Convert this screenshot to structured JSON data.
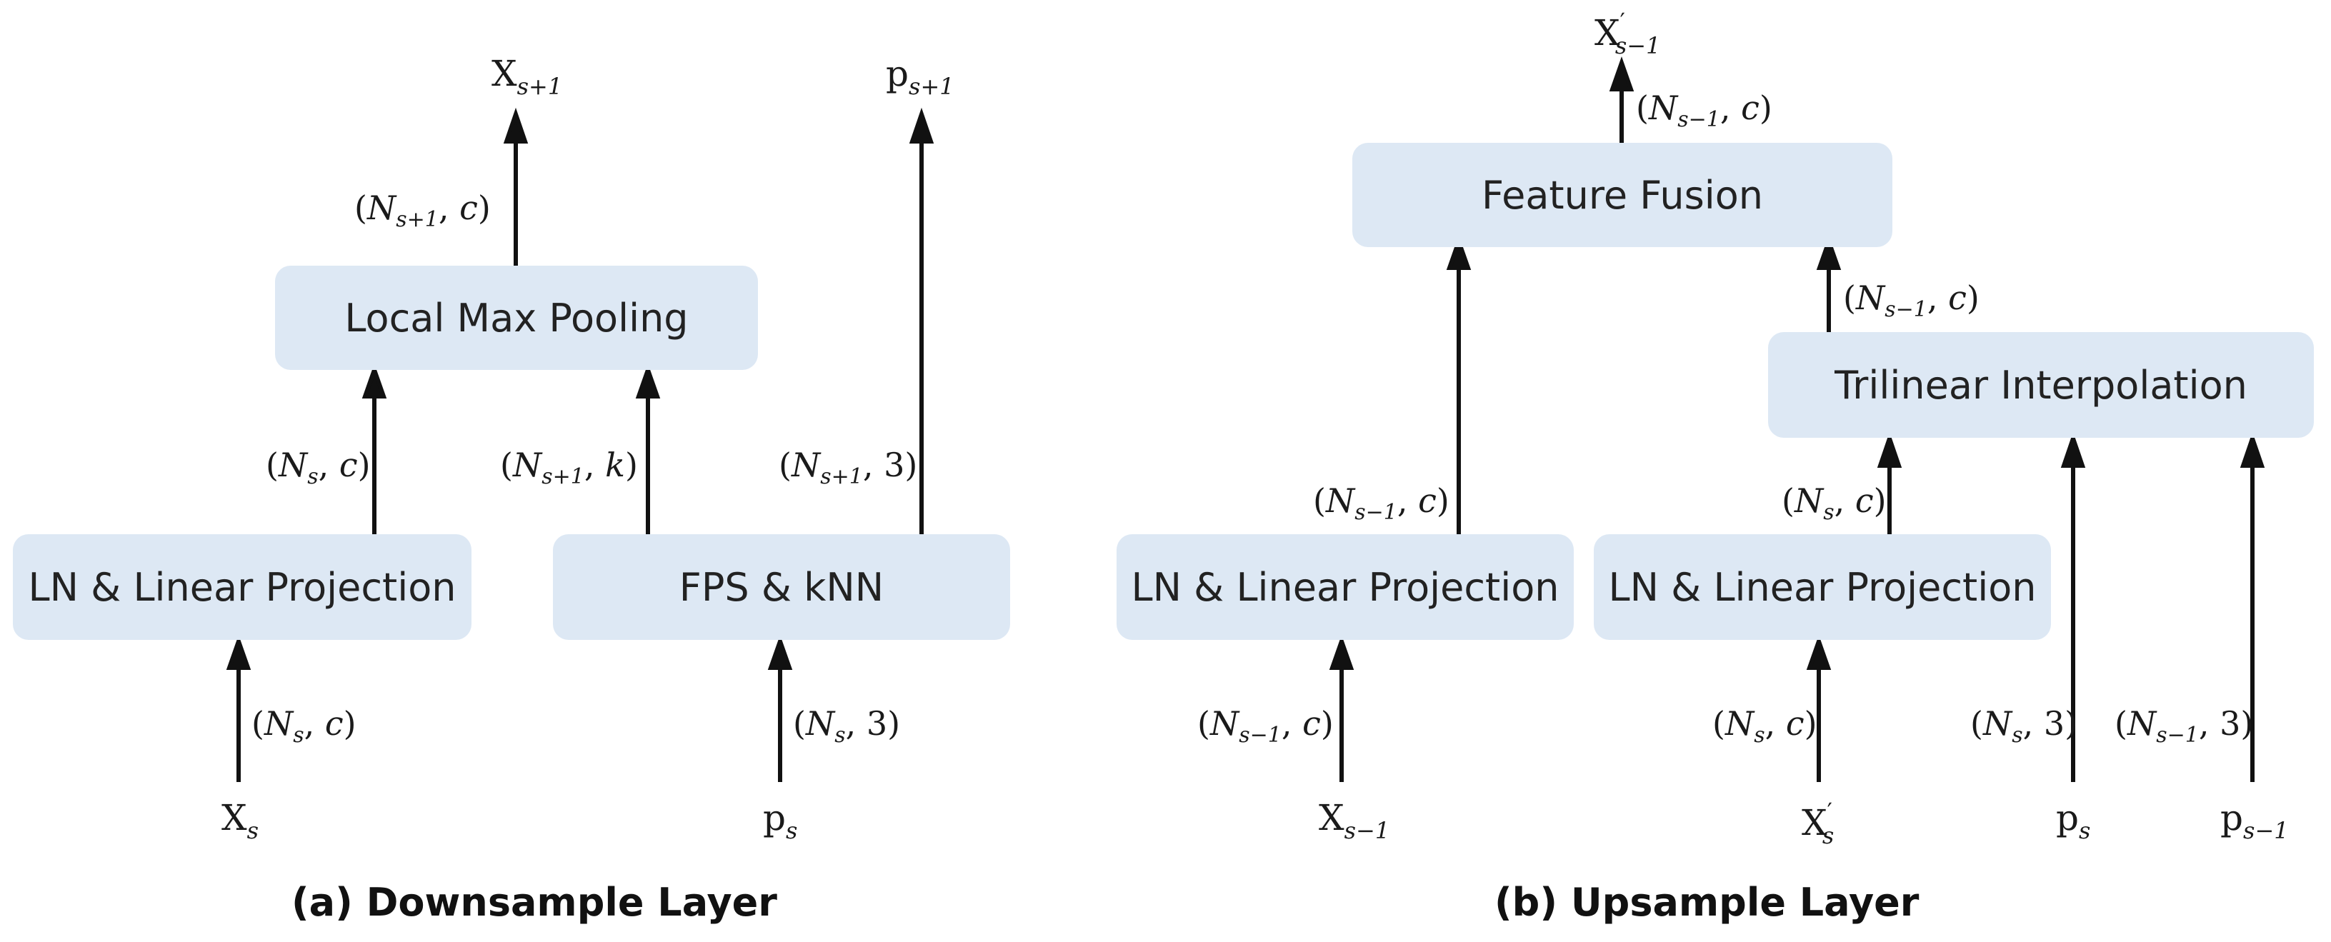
{
  "downsample": {
    "caption": "(a) Downsample Layer",
    "boxes": {
      "ln_linear": "LN & Linear Projection",
      "fps_knn": "FPS & kNN",
      "local_max_pooling": "Local Max Pooling"
    },
    "inputs": {
      "x": "X",
      "x_sub": "s",
      "p": "p",
      "p_sub": "s"
    },
    "outputs": {
      "x": "X",
      "x_sub": "s+1",
      "p": "p",
      "p_sub": "s+1"
    },
    "shapes": {
      "x_in": {
        "n": "N",
        "sub": "s",
        "d": "c"
      },
      "p_in": {
        "n": "N",
        "sub": "s",
        "d": "3"
      },
      "ln_out": {
        "n": "N",
        "sub": "s",
        "d": "c"
      },
      "knn_out": {
        "n": "N",
        "sub": "s+1",
        "d": "k"
      },
      "p_out": {
        "n": "N",
        "sub": "s+1",
        "d": "3"
      },
      "pool_out": {
        "n": "N",
        "sub": "s+1",
        "d": "c"
      }
    }
  },
  "upsample": {
    "caption": "(b) Upsample Layer",
    "boxes": {
      "ln_linear_1": "LN & Linear Projection",
      "ln_linear_2": "LN & Linear Projection",
      "trilinear": "Trilinear Interpolation",
      "feature_fusion": "Feature Fusion"
    },
    "inputs": {
      "x_prev": {
        "base": "X",
        "sub": "s−1"
      },
      "x_prime": {
        "base": "X",
        "sup": "′",
        "sub": "s"
      },
      "p_s": {
        "base": "p",
        "sub": "s"
      },
      "p_prev": {
        "base": "p",
        "sub": "s−1"
      }
    },
    "output": {
      "base": "X",
      "sup": "′",
      "sub": "s−1"
    },
    "shapes": {
      "x_prev_in": {
        "n": "N",
        "sub": "s−1",
        "d": "c"
      },
      "x_prime_in": {
        "n": "N",
        "sub": "s",
        "d": "c"
      },
      "p_s_in": {
        "n": "N",
        "sub": "s",
        "d": "3"
      },
      "p_prev_in": {
        "n": "N",
        "sub": "s−1",
        "d": "3"
      },
      "ln1_out": {
        "n": "N",
        "sub": "s−1",
        "d": "c"
      },
      "ln2_out": {
        "n": "N",
        "sub": "s",
        "d": "c"
      },
      "trilinear_out": {
        "n": "N",
        "sub": "s−1",
        "d": "c"
      },
      "fusion_out": {
        "n": "N",
        "sub": "s−1",
        "d": "c"
      }
    }
  },
  "colors": {
    "box_fill": "#dde8f4",
    "arrow": "#111111"
  }
}
